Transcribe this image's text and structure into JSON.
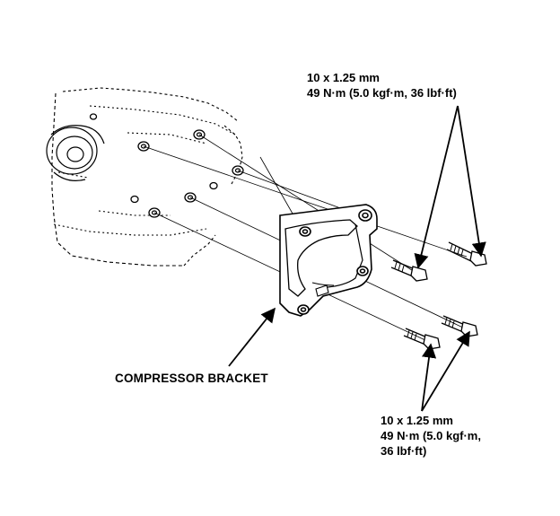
{
  "callouts": {
    "top": {
      "line1": "10 x 1.25 mm",
      "line2": "49 N·m (5.0 kgf·m, 36 lbf·ft)"
    },
    "bottom": {
      "line1": "10 x 1.25 mm",
      "line2": "49 N·m (5.0 kgf·m,",
      "line3": "36 lbf·ft)"
    },
    "bracket_label": "COMPRESSOR BRACKET"
  },
  "colors": {
    "ink": "#000000",
    "paper": "#ffffff"
  }
}
